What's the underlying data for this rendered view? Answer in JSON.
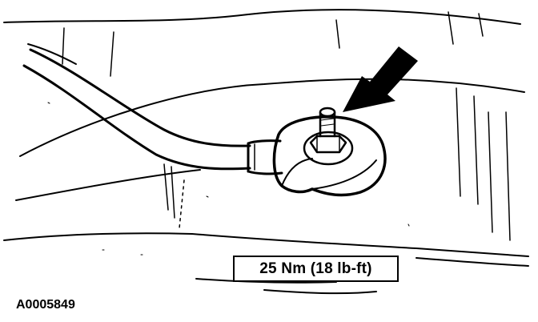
{
  "diagram": {
    "torque_spec": "25 Nm (18 lb-ft)",
    "figure_id": "A0005849",
    "line_color": "#000000",
    "background_color": "#ffffff"
  },
  "icons": {
    "pointer": "arrow-icon",
    "component": "knock-sensor",
    "fastener": "hex-bolt"
  }
}
